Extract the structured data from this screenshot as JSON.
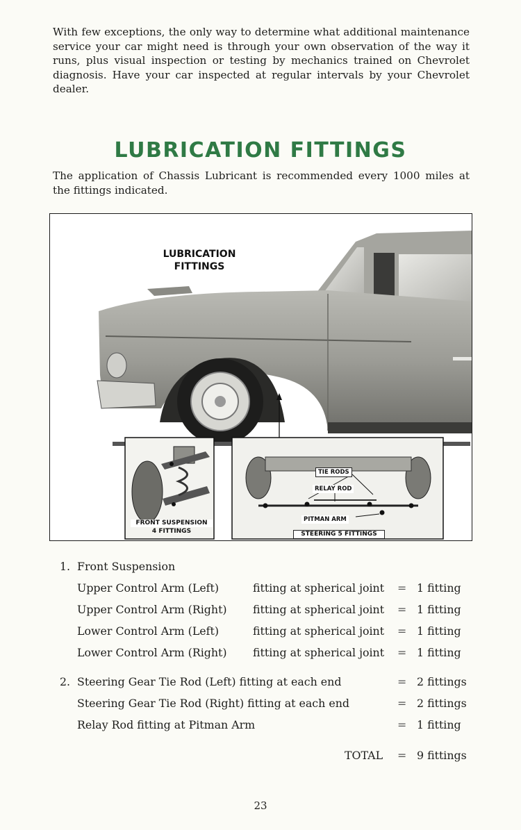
{
  "intro": "With few exceptions, the only way to determine what additional maintenance service your car might need is through your own observation of the way it runs, plus visual inspection or testing by mechanics trained on Chevrolet diagnosis. Have your car inspected at regular intervals by your Chevrolet dealer.",
  "heading": "LUBRICATION FITTINGS",
  "subtext": "The application of Chassis Lubricant is recommended every 1000 miles at the fittings indicated.",
  "figure": {
    "main_label": "LUBRICATION FITTINGS",
    "front_suspension_caption": "FRONT SUSPENSION",
    "front_suspension_count": "4 FITTINGS",
    "tie_rods": "TIE RODS",
    "relay_rod": "RELAY ROD",
    "pitman_arm": "PITMAN ARM",
    "steering_caption": "STEERING   5 FITTINGS"
  },
  "sections": [
    {
      "number": "1.",
      "title": "Front Suspension",
      "items": [
        {
          "name": "Upper Control Arm (Left)",
          "desc": "fitting at spherical joint",
          "eq": "=",
          "value": "1 fitting"
        },
        {
          "name": "Upper Control Arm (Right)",
          "desc": "fitting at spherical joint",
          "eq": "=",
          "value": "1 fitting"
        },
        {
          "name": "Lower Control Arm (Left)",
          "desc": "fitting at spherical joint",
          "eq": "=",
          "value": "1 fitting"
        },
        {
          "name": "Lower Control Arm (Right)",
          "desc": "fitting at spherical joint",
          "eq": "=",
          "value": "1 fitting"
        }
      ]
    },
    {
      "number": "2.",
      "items": [
        {
          "name": "Steering Gear Tie Rod (Left) fitting at each end",
          "eq": "=",
          "value": "2 fittings"
        },
        {
          "name": "Steering Gear Tie Rod (Right) fitting at each end",
          "eq": "=",
          "value": "2 fittings"
        },
        {
          "name": "Relay Rod fitting at Pitman Arm",
          "eq": "=",
          "value": "1 fitting"
        }
      ]
    }
  ],
  "total": {
    "label": "TOTAL",
    "eq": "=",
    "value": "9 fittings"
  },
  "page_number": "23"
}
